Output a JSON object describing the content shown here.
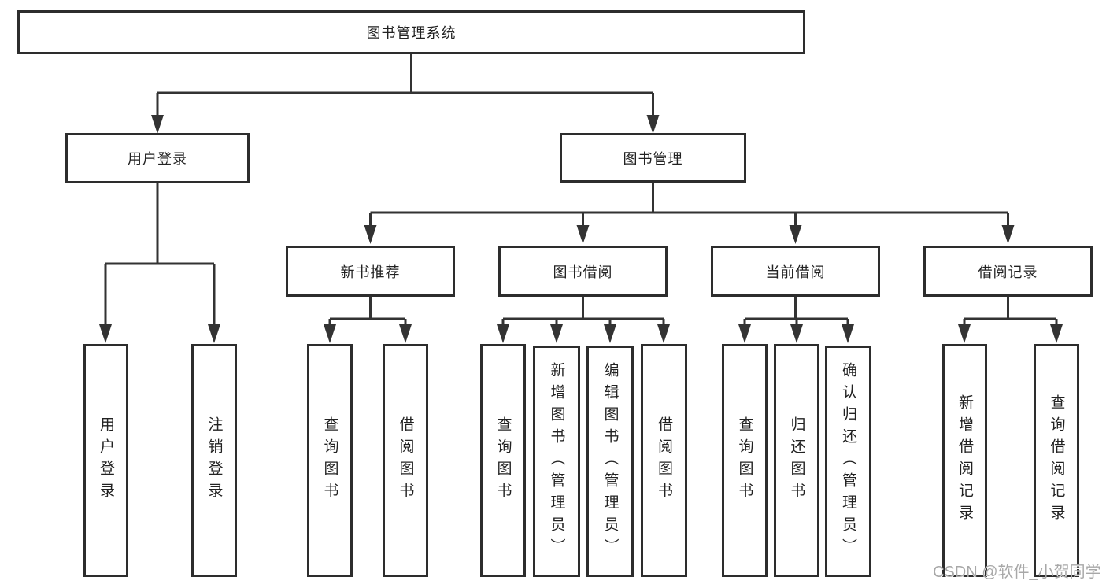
{
  "diagram": {
    "root": {
      "label": "图书管理系统"
    },
    "level2": [
      {
        "label": "用户登录"
      },
      {
        "label": "图书管理"
      }
    ],
    "level3": [
      {
        "label": "新书推荐"
      },
      {
        "label": "图书借阅"
      },
      {
        "label": "当前借阅"
      },
      {
        "label": "借阅记录"
      }
    ],
    "leaves": {
      "user_login": [
        "用户登录",
        "注销登录"
      ],
      "new_book_recommend": [
        "查询图书",
        "借阅图书"
      ],
      "book_borrow": [
        "查询图书",
        "新增图书（管理员）",
        "编辑图书（管理员）",
        "借阅图书"
      ],
      "current_borrow": [
        "查询图书",
        "归还图书",
        "确认归还（管理员）"
      ],
      "borrow_records": [
        "新增借阅记录",
        "查询借阅记录"
      ]
    },
    "colors": {
      "line": "#333333",
      "box_border": "#2d2d2d",
      "text": "#222222",
      "watermark": "#a8a8a8",
      "background": "#ffffff"
    }
  },
  "watermark": {
    "text": "CSDN @软件_小贺同学"
  }
}
